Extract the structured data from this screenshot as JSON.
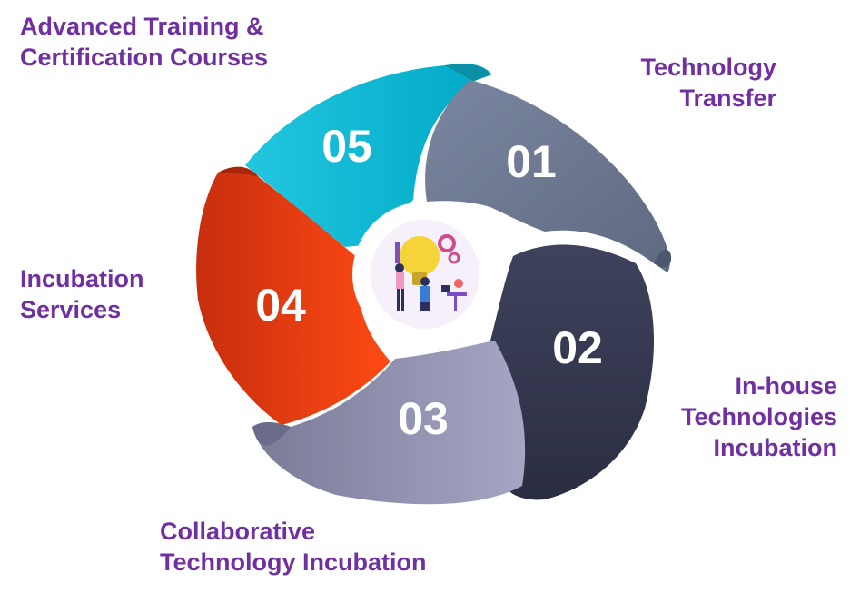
{
  "colors": {
    "label_text": "#7030a0",
    "number_text": "#ffffff",
    "segment_01": "#6e7890",
    "segment_02": "#353850",
    "segment_03": "#9192b0",
    "segment_04": "#ea3d12",
    "segment_05": "#14bcd6",
    "hub": "#ffffff"
  },
  "segments": [
    {
      "number": "01",
      "label_lines": [
        "Technology",
        "Transfer"
      ]
    },
    {
      "number": "02",
      "label_lines": [
        "In-house",
        "Technologies",
        "Incubation"
      ]
    },
    {
      "number": "03",
      "label_lines": [
        "Collaborative",
        "Technology Incubation"
      ]
    },
    {
      "number": "04",
      "label_lines": [
        "Incubation",
        "Services"
      ]
    },
    {
      "number": "05",
      "label_lines": [
        "Advanced Training &",
        "Certification Courses"
      ]
    }
  ],
  "hub": {
    "icon": "innovation-team-illustration-icon"
  }
}
